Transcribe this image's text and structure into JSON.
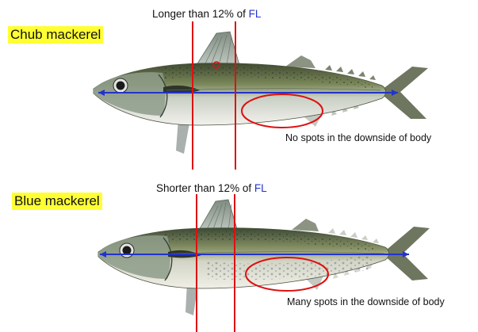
{
  "chub": {
    "name": "Chub mackerel",
    "caption_prefix": "Longer than 12% of",
    "caption_unit": "FL",
    "note": "No spots in the downside of body"
  },
  "blue": {
    "name": "Blue mackerel",
    "caption_prefix": "Shorter than 12% of",
    "caption_unit": "FL",
    "note": "Many spots in the downside of body"
  },
  "colors": {
    "label_highlight": "#ffff33",
    "fork_length_arrow": "#2233cc",
    "marker_lines": "#dd1111",
    "belly_ellipse": "#dd1111"
  }
}
